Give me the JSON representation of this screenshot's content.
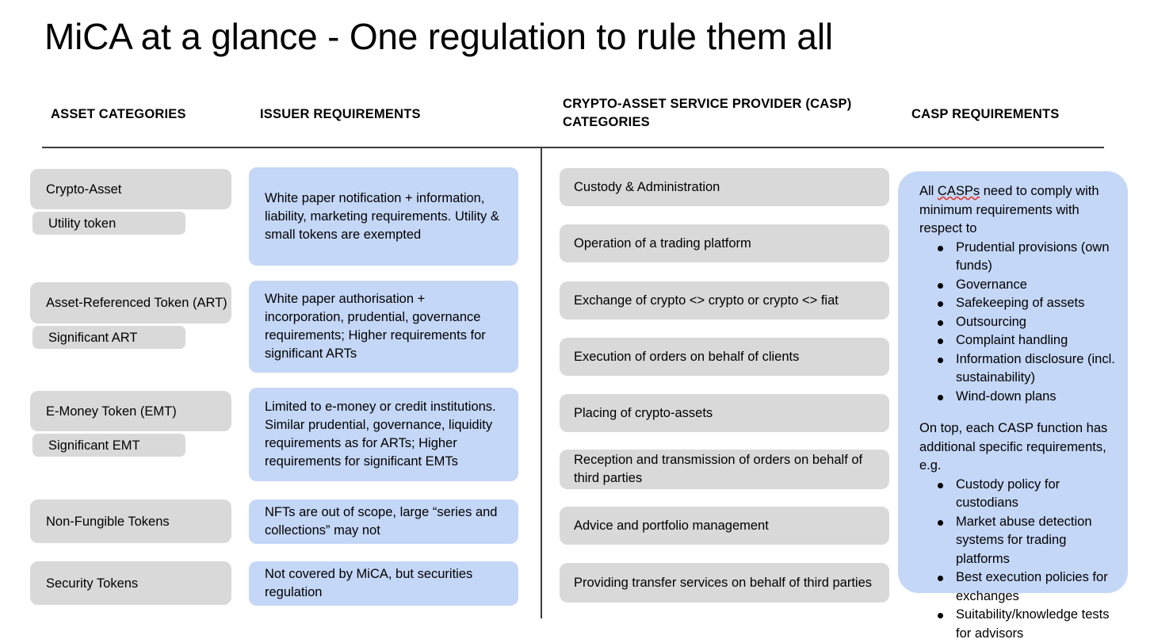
{
  "slide": {
    "title": "MiCA at a glance - One regulation to rule them all",
    "colors": {
      "background": "#ffffff",
      "gray_box": "#d9d9d9",
      "blue_box": "#c5d7f7",
      "rule": "#3c3c3c",
      "text": "#000000",
      "spellcheck_underline": "#e03a2f"
    }
  },
  "headers": {
    "asset_categories": "ASSET CATEGORIES",
    "issuer_requirements": "ISSUER REQUIREMENTS",
    "casp_categories": "CRYPTO-ASSET SERVICE PROVIDER (CASP) CATEGORIES",
    "casp_requirements": "CASP REQUIREMENTS"
  },
  "asset_categories": [
    {
      "main": "Crypto-Asset",
      "sub": "Utility token"
    },
    {
      "main": "Asset-Referenced Token (ART)",
      "sub": "Significant ART"
    },
    {
      "main": "E-Money Token (EMT)",
      "sub": "Significant EMT"
    },
    {
      "main": "Non-Fungible Tokens",
      "sub": null
    },
    {
      "main": "Security Tokens",
      "sub": null
    }
  ],
  "issuer_requirements": [
    "White paper notification + information, liability, marketing requirements. Utility & small tokens are exempted",
    "White paper authorisation + incorporation, prudential, governance requirements; Higher requirements for significant ARTs",
    "Limited to e-money or credit institutions. Similar prudential, governance, liquidity requirements as for ARTs; Higher requirements for significant EMTs",
    "NFTs are out of scope, large “series and collections” may not",
    "Not covered by MiCA, but securities regulation"
  ],
  "casp_categories": [
    "Custody & Administration",
    "Operation of a trading platform",
    "Exchange of crypto <> crypto or crypto <> fiat",
    "Execution of orders on behalf of clients",
    "Placing of crypto-assets",
    "Reception and transmission of orders on behalf of third parties",
    "Advice and portfolio management",
    "Providing transfer services on behalf of third parties"
  ],
  "casp_requirements": {
    "intro_before_spellerror": "All ",
    "intro_spellerror_word": "CASPs",
    "intro_after_spellerror": " need to comply with minimum requirements with respect to",
    "minimum_bullets": [
      "Prudential provisions (own funds)",
      "Governance",
      "Safekeeping of assets",
      "Outsourcing",
      "Complaint handling",
      "Information disclosure (incl. sustainability)",
      "Wind-down plans"
    ],
    "second_intro": "On top, each CASP function has additional specific requirements, e.g.",
    "specific_bullets": [
      "Custody policy for custodians",
      "Market abuse detection systems for trading platforms",
      "Best execution policies for exchanges",
      "Suitability/knowledge tests for advisors"
    ]
  }
}
